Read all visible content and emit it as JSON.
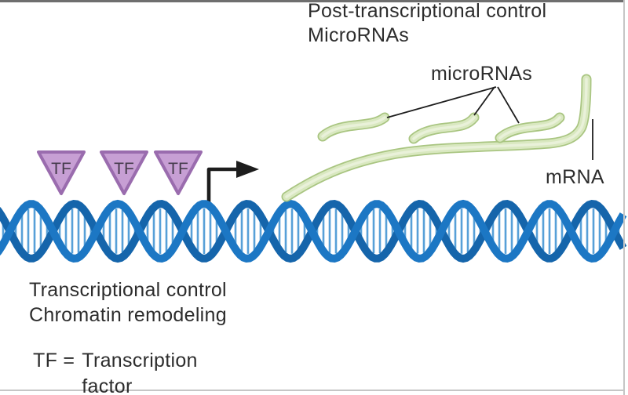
{
  "header": {
    "line1": "Post-transcriptional control",
    "line2": "MicroRNAs"
  },
  "labels": {
    "micrornas": "microRNAs",
    "mrna": "mRNA"
  },
  "footer": {
    "line1": "Transcriptional control",
    "line2": "Chromatin remodeling"
  },
  "legend": {
    "lhs": "TF =",
    "rhs": "Transcription\nfactor"
  },
  "tf": {
    "label": "TF"
  },
  "colors": {
    "bg": "#ffffff",
    "text_color": "#2d2d2d",
    "line_color": "#1d1d1d",
    "border_top": "#6e6e6e",
    "border_side": "#c6c6c6",
    "dna_front": "#1c77c4",
    "dna_back": "#1565ab",
    "dna_rung": "#57a0d8",
    "rna_outline": "#a9c581",
    "rna_fill": "#d9e8c0",
    "rna_highlight": "#eaf2dc",
    "tf_fill": "#c79fd4",
    "tf_stroke": "#9a6cae",
    "tf_text": "#453b4c"
  }
}
